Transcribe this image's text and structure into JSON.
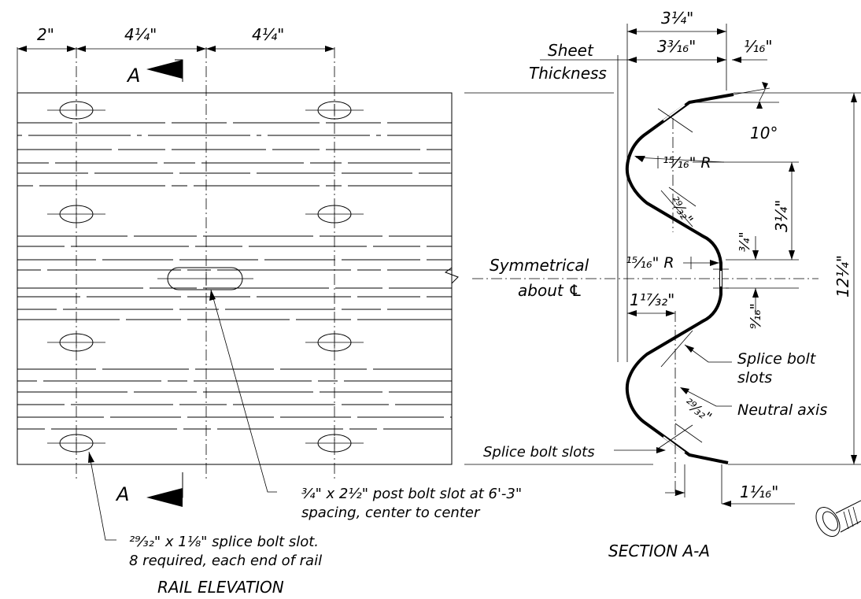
{
  "labels": {
    "rail_elevation": "RAIL ELEVATION",
    "section_aa": "SECTION A-A",
    "section_mark": "A",
    "dim_2in": "2\"",
    "dim_4_1_4_a": "4¼\"",
    "dim_4_1_4_b": "4¼\"",
    "sheet": "Sheet",
    "thickness": "Thickness",
    "dim_3_1_4_top": "3¼\"",
    "dim_3_3_16": "3³⁄₁₆\"",
    "dim_1_16": "¹⁄₁₆\"",
    "angle_10": "10°",
    "radius_15_16_top": "¹⁵⁄₁₆\" R",
    "dim_29_32_top": "²⁹⁄₃₂\"",
    "dim_3_1_4_side": "3¼\"",
    "dim_3_4": "¾\"",
    "radius_15_16_mid": "¹⁵⁄₁₆\" R",
    "symmetrical": "Symmetrical",
    "about_cl": "about ℄",
    "dim_1_17_32": "1¹⁷⁄₃₂\"",
    "dim_9_16": "⁹⁄₁₆\"",
    "dim_12_1_4": "12¼\"",
    "splice_bolt": "Splice bolt",
    "slots": "slots",
    "neutral_axis": "Neutral axis",
    "dim_29_32_bot": "²⁹⁄₃₂\"",
    "splice_bolt_slots": "Splice bolt slots",
    "dim_1_1_16": "1¹⁄₁₆\"",
    "post_bolt_line1": "¾\" x 2½\" post bolt slot at 6'-3\"",
    "post_bolt_line2": "spacing, center to center",
    "splice_slot_line1": "²⁹⁄₃₂\" x 1⅛\" splice bolt slot.",
    "splice_slot_line2": "8 required, each end of rail"
  },
  "icons": [
    "section-arrow-icon",
    "bolt-icon"
  ]
}
